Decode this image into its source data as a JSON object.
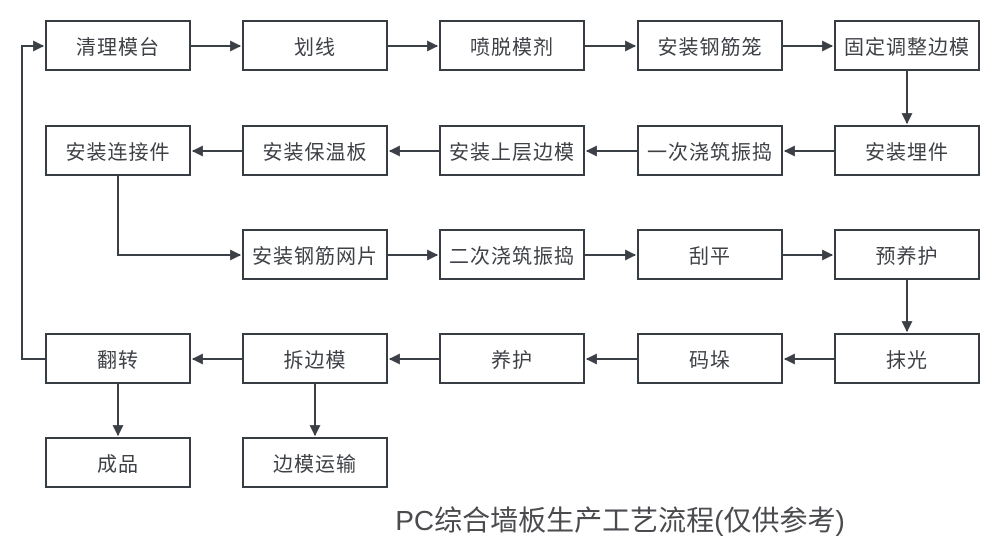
{
  "diagram": {
    "title": "PC综合墙板生产工艺流程(仅供参考)",
    "colors": {
      "line": "#3b3f46",
      "box_border": "#383c43",
      "box_fill": "#ffffff",
      "text": "#3e4146",
      "background": "#ffffff"
    },
    "nodes": [
      {
        "id": "clean-mold-table",
        "label": "清理模台",
        "row": 1,
        "col": 1
      },
      {
        "id": "marking",
        "label": "划线",
        "row": 1,
        "col": 2
      },
      {
        "id": "spray-release-agent",
        "label": "喷脱模剂",
        "row": 1,
        "col": 3
      },
      {
        "id": "install-rebar-cage",
        "label": "安装钢筋笼",
        "row": 1,
        "col": 4
      },
      {
        "id": "fix-adjust-side-mold",
        "label": "固定调整边模",
        "row": 1,
        "col": 5
      },
      {
        "id": "install-connectors",
        "label": "安装连接件",
        "row": 2,
        "col": 1
      },
      {
        "id": "install-insulation-board",
        "label": "安装保温板",
        "row": 2,
        "col": 2
      },
      {
        "id": "install-upper-side-mold",
        "label": "安装上层边模",
        "row": 2,
        "col": 3
      },
      {
        "id": "first-pour-vibrate",
        "label": "一次浇筑振捣",
        "row": 2,
        "col": 4
      },
      {
        "id": "install-embedded-parts",
        "label": "安装埋件",
        "row": 2,
        "col": 5
      },
      {
        "id": "install-rebar-mesh",
        "label": "安装钢筋网片",
        "row": 3,
        "col": 2
      },
      {
        "id": "second-pour-vibrate",
        "label": "二次浇筑振捣",
        "row": 3,
        "col": 3
      },
      {
        "id": "scrape-flat",
        "label": "刮平",
        "row": 3,
        "col": 4
      },
      {
        "id": "pre-curing",
        "label": "预养护",
        "row": 3,
        "col": 5
      },
      {
        "id": "flip",
        "label": "翻转",
        "row": 4,
        "col": 1
      },
      {
        "id": "remove-side-mold",
        "label": "拆边模",
        "row": 4,
        "col": 2
      },
      {
        "id": "curing",
        "label": "养护",
        "row": 4,
        "col": 3
      },
      {
        "id": "stacking",
        "label": "码垛",
        "row": 4,
        "col": 4
      },
      {
        "id": "smoothing",
        "label": "抹光",
        "row": 4,
        "col": 5
      },
      {
        "id": "finished-product",
        "label": "成品",
        "row": 5,
        "col": 1
      },
      {
        "id": "side-mold-transport",
        "label": "边模运输",
        "row": 5,
        "col": 2
      }
    ],
    "edges": [
      {
        "from": "清理模台",
        "to": "划线"
      },
      {
        "from": "划线",
        "to": "喷脱模剂"
      },
      {
        "from": "喷脱模剂",
        "to": "安装钢筋笼"
      },
      {
        "from": "安装钢筋笼",
        "to": "固定调整边模"
      },
      {
        "from": "固定调整边模",
        "to": "安装埋件"
      },
      {
        "from": "安装埋件",
        "to": "一次浇筑振捣"
      },
      {
        "from": "一次浇筑振捣",
        "to": "安装上层边模"
      },
      {
        "from": "安装上层边模",
        "to": "安装保温板"
      },
      {
        "from": "安装保温板",
        "to": "安装连接件"
      },
      {
        "from": "安装连接件",
        "to": "安装钢筋网片"
      },
      {
        "from": "安装钢筋网片",
        "to": "二次浇筑振捣"
      },
      {
        "from": "二次浇筑振捣",
        "to": "刮平"
      },
      {
        "from": "刮平",
        "to": "预养护"
      },
      {
        "from": "预养护",
        "to": "抹光"
      },
      {
        "from": "抹光",
        "to": "码垛"
      },
      {
        "from": "码垛",
        "to": "养护"
      },
      {
        "from": "养护",
        "to": "拆边模"
      },
      {
        "from": "拆边模",
        "to": "翻转"
      },
      {
        "from": "翻转",
        "to": "成品"
      },
      {
        "from": "拆边模",
        "to": "边模运输"
      },
      {
        "from": "翻转",
        "to": "清理模台"
      }
    ]
  }
}
